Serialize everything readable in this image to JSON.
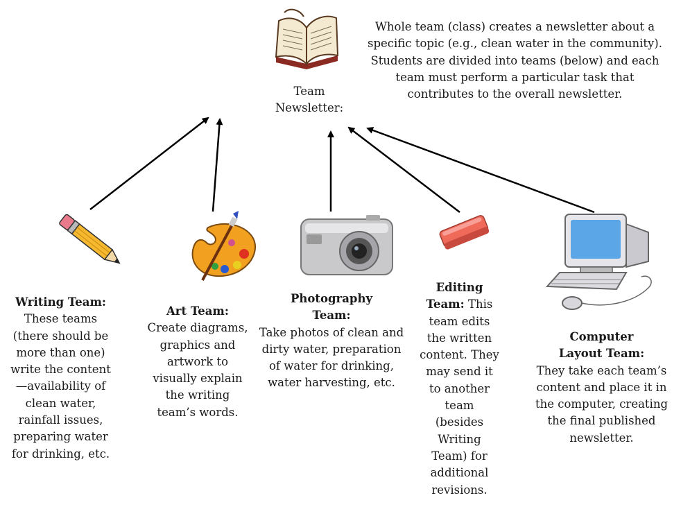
{
  "center": {
    "icon": "open-book-icon",
    "label": "Team\nNewsletter:",
    "description": "Whole team (class) creates a newsletter about a specific topic (e.g., clean water in the community). Students are divided into teams (below) and each team must perform a particular task that contributes to the overall newsletter."
  },
  "teams": [
    {
      "id": "writing",
      "icon": "pencil-icon",
      "title": "Writing Team:",
      "description": "These teams (there should be more than one) write the content—availability of clean water, rainfall issues, preparing water for drinking, etc."
    },
    {
      "id": "art",
      "icon": "paint-palette-icon",
      "title": "Art Team:",
      "description": "Create diagrams, graphics and artwork to visually explain the writing team’s words."
    },
    {
      "id": "photography",
      "icon": "camera-icon",
      "title": "Photography Team:",
      "description": "Take photos of clean and dirty water, preparation of water for drinking, water harvesting, etc."
    },
    {
      "id": "editing",
      "icon": "eraser-icon",
      "title": "Editing Team:",
      "description": "This team edits the written content. They may send it to another team (besides Writing Team) for additional revisions."
    },
    {
      "id": "computer",
      "icon": "computer-icon",
      "title": "Computer Layout Team:",
      "description": "They take each team’s content and place it in the computer, creating the final published newsletter."
    }
  ]
}
